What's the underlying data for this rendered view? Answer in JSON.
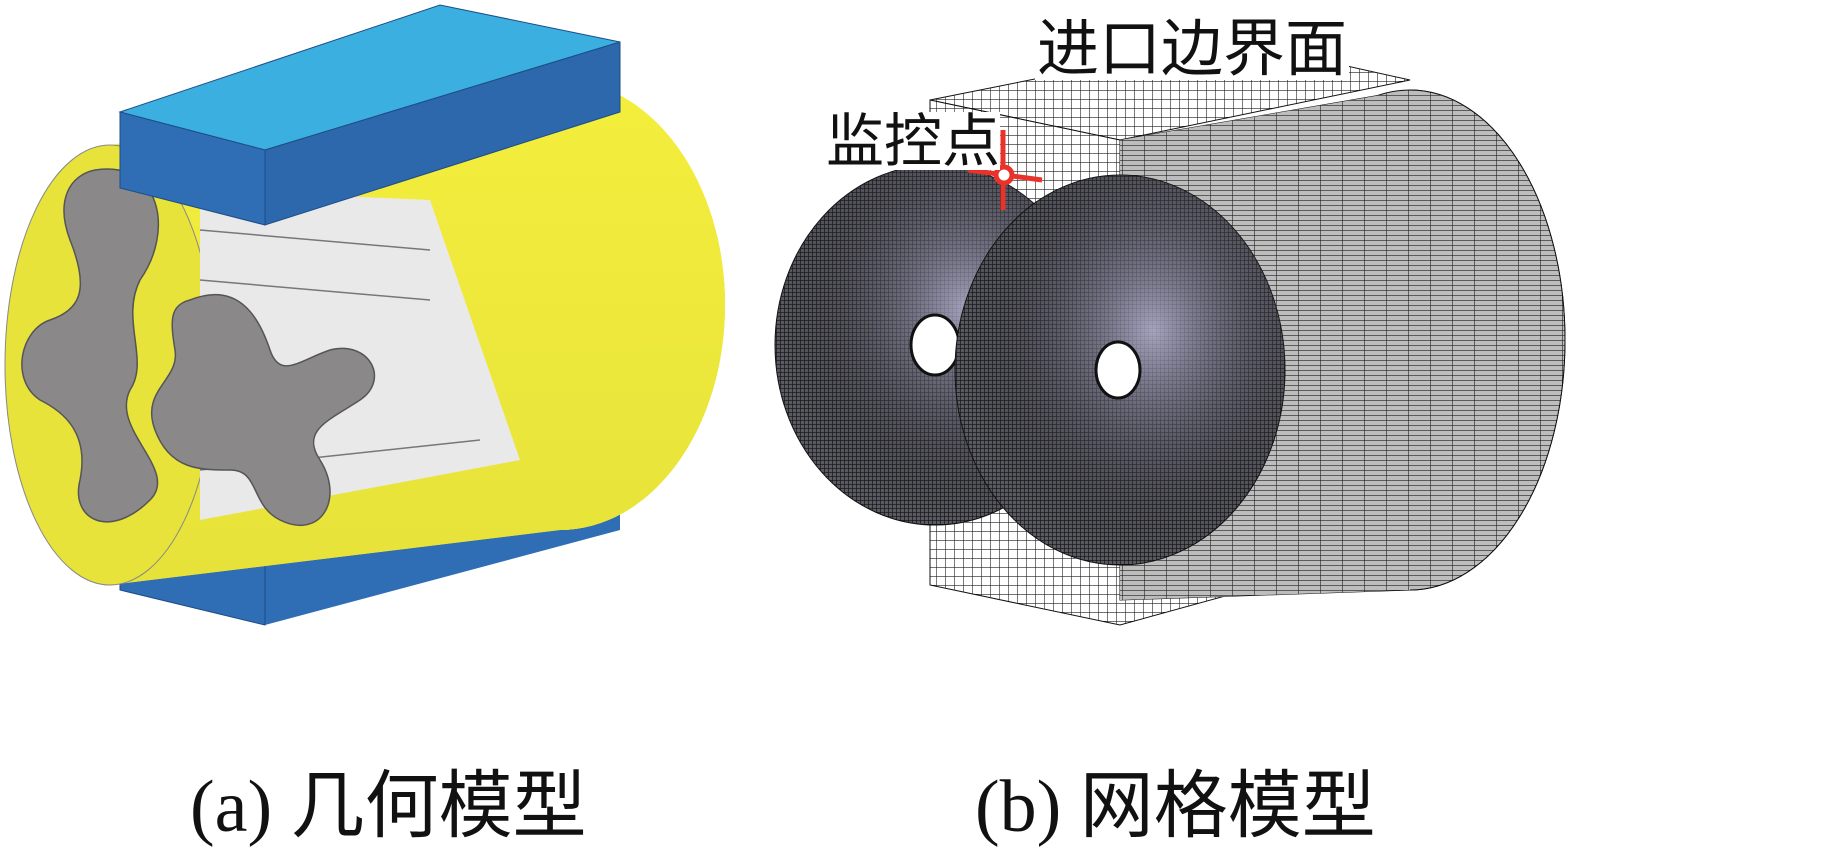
{
  "panels": {
    "a": {
      "caption": "(a) 几何模型"
    },
    "b": {
      "caption": "(b) 网格模型",
      "inlet_label": "进口边界面",
      "monitor_label": "监控点"
    }
  },
  "colors": {
    "blue_top": "#3aafe0",
    "blue_side": "#2f6db5",
    "yellow": "#f2ec3a",
    "rotor_gray": "#8a8889",
    "marker_red": "#e8322a"
  }
}
